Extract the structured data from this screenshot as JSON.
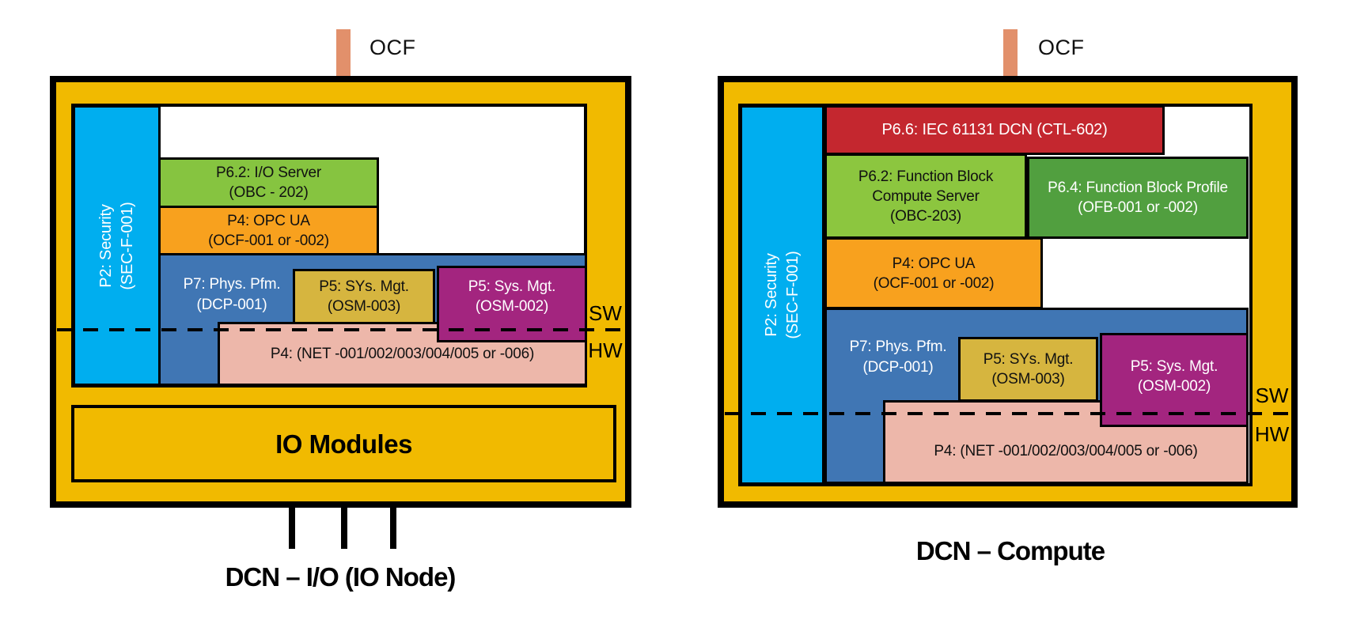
{
  "colors": {
    "frame_yellow": "#F1BA00",
    "security_cyan": "#00AEEF",
    "io_server_green": "#86C440",
    "fb_compute_green": "#8CC63F",
    "fb_profile_green": "#519F3F",
    "opc_ua_orange": "#F8A11E",
    "phys_pfm_blue": "#4076B4",
    "sys_mgt_gold": "#D6B53F",
    "sys_mgt_magenta": "#A3257F",
    "net_pink": "#EDB7AA",
    "iec_dcn_red": "#C4272F",
    "ocf_salmon": "#E2906B",
    "border_black": "#000000"
  },
  "left": {
    "ocf_label": "OCF",
    "security_lines": [
      "P2: Security",
      "(SEC-F-001)"
    ],
    "io_server_lines": [
      "P6.2: I/O Server",
      "(OBC - 202)"
    ],
    "opc_ua_lines": [
      "P4: OPC UA",
      "(OCF-001 or -002)"
    ],
    "phys_pfm_lines": [
      "P7: Phys. Pfm.",
      "(DCP-001)"
    ],
    "sys_mgt_osm003_lines": [
      "P5: SYs. Mgt.",
      "(OSM-003)"
    ],
    "sys_mgt_osm002_lines": [
      "P5: Sys. Mgt.",
      "(OSM-002)"
    ],
    "net_label": "P4: (NET -001/002/003/004/005 or -006)",
    "sw_label": "SW",
    "hw_label": "HW",
    "io_modules_label": "IO Modules",
    "caption": "DCN – I/O (IO Node)"
  },
  "right": {
    "ocf_label": "OCF",
    "security_lines": [
      "P2: Security",
      "(SEC-F-001)"
    ],
    "iec_dcn_label": "P6.6: IEC 61131 DCN (CTL-602)",
    "fb_compute_lines": [
      "P6.2: Function Block",
      "Compute Server",
      "(OBC-203)"
    ],
    "fb_profile_lines": [
      "P6.4: Function Block Profile",
      "(OFB-001 or -002)"
    ],
    "opc_ua_lines": [
      "P4: OPC UA",
      "(OCF-001 or -002)"
    ],
    "phys_pfm_lines": [
      "P7: Phys. Pfm.",
      "(DCP-001)"
    ],
    "sys_mgt_osm003_lines": [
      "P5: SYs. Mgt.",
      "(OSM-003)"
    ],
    "sys_mgt_osm002_lines": [
      "P5: Sys. Mgt.",
      "(OSM-002)"
    ],
    "net_label": "P4: (NET -001/002/003/004/005 or -006)",
    "sw_label": "SW",
    "hw_label": "HW",
    "caption": "DCN – Compute"
  }
}
